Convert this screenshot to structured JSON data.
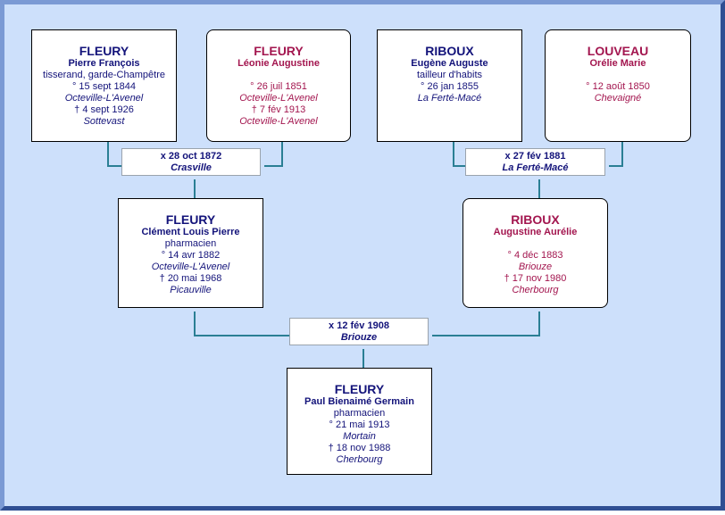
{
  "persons": {
    "gp1": {
      "surname": "FLEURY",
      "given": "Pierre François",
      "occupation": "tisserand, garde-Champêtre",
      "birth": "° 15 sept 1844",
      "birth_place": "Octeville-L'Avenel",
      "death": "† 4 sept 1926",
      "death_place": "Sottevast"
    },
    "gp2": {
      "surname": "FLEURY",
      "given": "Léonie Augustine",
      "birth": "° 26 juil 1851",
      "birth_place": "Octeville-L'Avenel",
      "death": "† 7 fév 1913",
      "death_place": "Octeville-L'Avenel"
    },
    "gp3": {
      "surname": "RIBOUX",
      "given": "Eugène Auguste",
      "occupation": "tailleur d'habits",
      "birth": "° 26 jan 1855",
      "birth_place": "La Ferté-Macé"
    },
    "gp4": {
      "surname": "LOUVEAU",
      "given": "Orélie Marie",
      "birth": "° 12 août 1850",
      "birth_place": "Chevaigné"
    },
    "p1": {
      "surname": "FLEURY",
      "given": "Clément Louis Pierre",
      "occupation": "pharmacien",
      "birth": "° 14 avr 1882",
      "birth_place": "Octeville-L'Avenel",
      "death": "† 20 mai 1968",
      "death_place": "Picauville"
    },
    "p2": {
      "surname": "RIBOUX",
      "given": "Augustine Aurélie",
      "birth": "° 4 déc 1883",
      "birth_place": "Briouze",
      "death": "† 17 nov 1980",
      "death_place": "Cherbourg"
    },
    "root": {
      "surname": "FLEURY",
      "given": "Paul Bienaimé Germain",
      "occupation": "pharmacien",
      "birth": "° 21 mai 1913",
      "birth_place": "Mortain",
      "death": "† 18 nov 1988",
      "death_place": "Cherbourg"
    }
  },
  "marriages": {
    "m1": {
      "date": "x 28 oct 1872",
      "place": "Crasville"
    },
    "m2": {
      "date": "x 27 fév 1881",
      "place": "La Ferté-Macé"
    },
    "m3": {
      "date": "x 12 fév 1908",
      "place": "Briouze"
    }
  },
  "colors": {
    "background": "#cde0fb",
    "line": "#2a7f94",
    "male": "#13137a",
    "female": "#a3164f"
  }
}
